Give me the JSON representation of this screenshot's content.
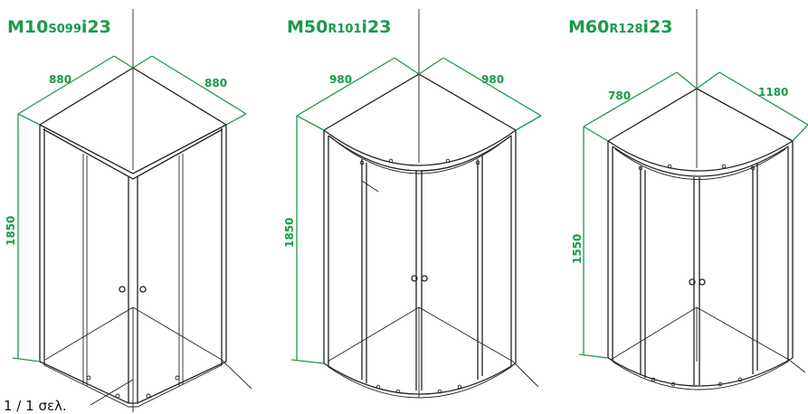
{
  "products": [
    {
      "model_main": "M10",
      "model_sub": "S099",
      "model_suffix": "i23",
      "width_left": "880",
      "width_right": "880",
      "height": "1850"
    },
    {
      "model_main": "M50",
      "model_sub": "R101",
      "model_suffix": "i23",
      "width_left": "980",
      "width_right": "980",
      "height": "1850"
    },
    {
      "model_main": "M60",
      "model_sub": "R128",
      "model_suffix": "i23",
      "width_left": "780",
      "width_right": "1180",
      "height": "1550"
    }
  ],
  "page_label": "1 / 1 σελ.",
  "colors": {
    "accent_green": "#1a9a4a",
    "line_dark": "#222222"
  }
}
